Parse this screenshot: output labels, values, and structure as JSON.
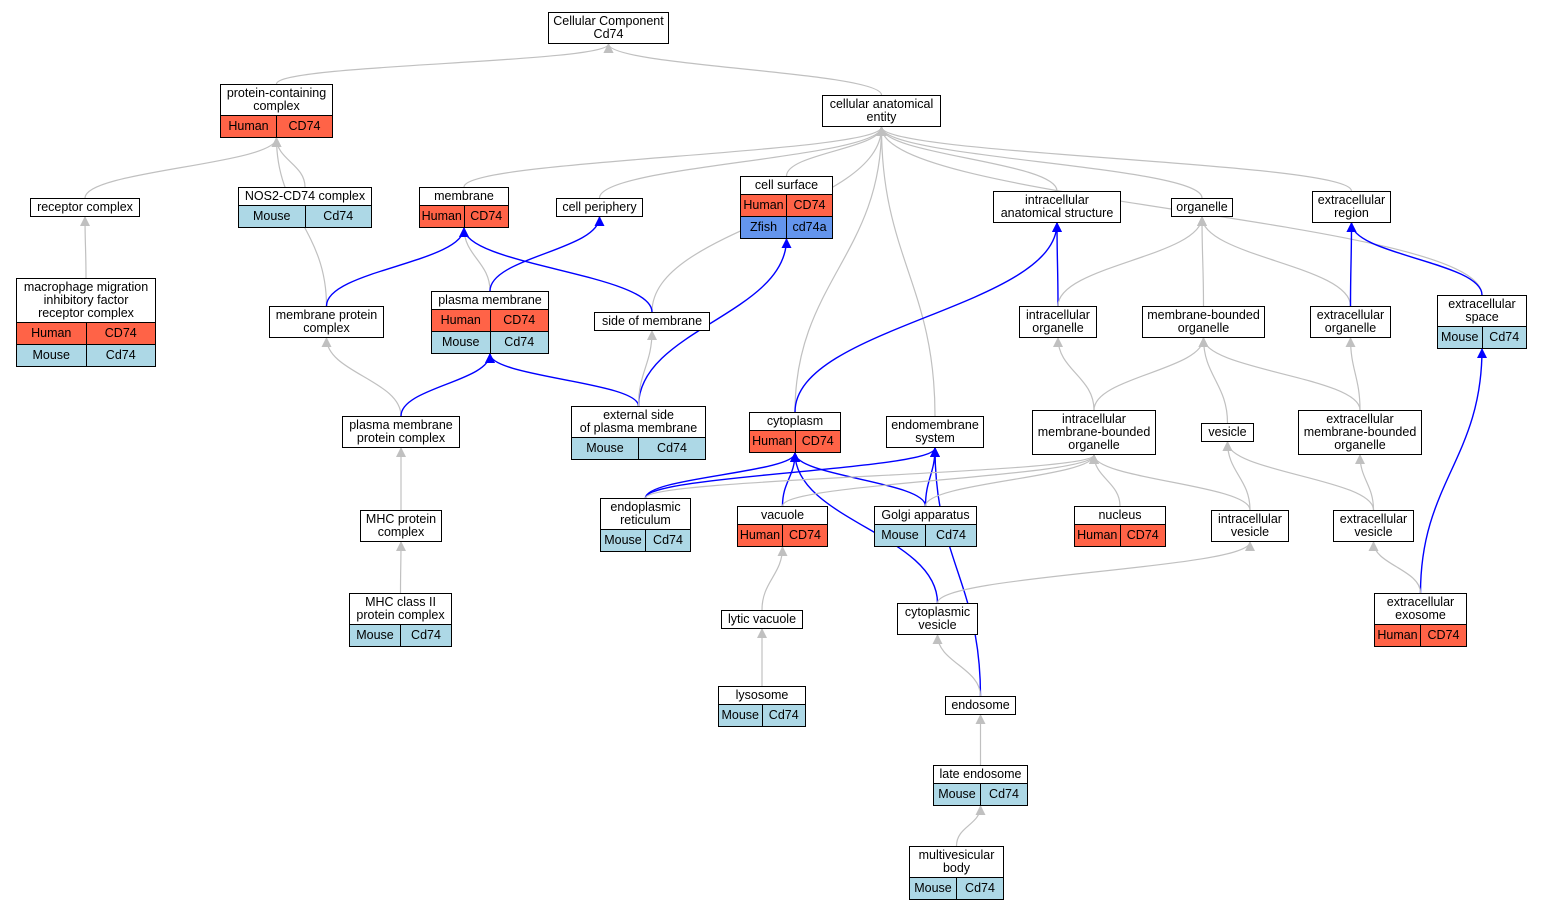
{
  "colors": {
    "human": "#ff6347",
    "mouse": "#add8e6",
    "zfish": "#6495ed",
    "edge_grey": "#c0c0c0",
    "edge_blue": "#0000ff"
  },
  "nodes": [
    {
      "id": "root",
      "label": "Cellular Component\nCd74",
      "rows": []
    },
    {
      "id": "protein_complex",
      "label": "protein-containing\ncomplex",
      "rows": [
        {
          "species": "Human",
          "gene": "CD74"
        }
      ]
    },
    {
      "id": "cae",
      "label": "cellular anatomical\nentity",
      "rows": []
    },
    {
      "id": "receptor_complex",
      "label": "receptor complex",
      "rows": []
    },
    {
      "id": "nos2",
      "label": "NOS2-CD74 complex",
      "rows": [
        {
          "species": "Mouse",
          "gene": "Cd74"
        }
      ]
    },
    {
      "id": "membrane",
      "label": "membrane",
      "rows": [
        {
          "species": "Human",
          "gene": "CD74"
        }
      ]
    },
    {
      "id": "cell_periphery",
      "label": "cell periphery",
      "rows": []
    },
    {
      "id": "cell_surface",
      "label": "cell surface",
      "rows": [
        {
          "species": "Human",
          "gene": "CD74"
        },
        {
          "species": "Zfish",
          "gene": "cd74a"
        }
      ]
    },
    {
      "id": "ias",
      "label": "intracellular\nanatomical structure",
      "rows": []
    },
    {
      "id": "organelle",
      "label": "organelle",
      "rows": []
    },
    {
      "id": "ec_region",
      "label": "extracellular\nregion",
      "rows": []
    },
    {
      "id": "mif",
      "label": "macrophage migration\ninhibitory factor\nreceptor complex",
      "rows": [
        {
          "species": "Human",
          "gene": "CD74"
        },
        {
          "species": "Mouse",
          "gene": "Cd74"
        }
      ]
    },
    {
      "id": "mpc",
      "label": "membrane protein\ncomplex",
      "rows": []
    },
    {
      "id": "plasma_membrane",
      "label": "plasma membrane",
      "rows": [
        {
          "species": "Human",
          "gene": "CD74"
        },
        {
          "species": "Mouse",
          "gene": "Cd74"
        }
      ]
    },
    {
      "id": "side_membrane",
      "label": "side of membrane",
      "rows": []
    },
    {
      "id": "ic_organelle",
      "label": "intracellular\norganelle",
      "rows": []
    },
    {
      "id": "mb_organelle",
      "label": "membrane-bounded\norganelle",
      "rows": []
    },
    {
      "id": "ec_organelle",
      "label": "extracellular\norganelle",
      "rows": []
    },
    {
      "id": "ec_space",
      "label": "extracellular\nspace",
      "rows": [
        {
          "species": "Mouse",
          "gene": "Cd74"
        }
      ]
    },
    {
      "id": "pmpc",
      "label": "plasma membrane\nprotein complex",
      "rows": []
    },
    {
      "id": "ext_side",
      "label": "external side\nof plasma membrane",
      "rows": [
        {
          "species": "Mouse",
          "gene": "Cd74"
        }
      ]
    },
    {
      "id": "cytoplasm",
      "label": "cytoplasm",
      "rows": [
        {
          "species": "Human",
          "gene": "CD74"
        }
      ]
    },
    {
      "id": "endomembrane",
      "label": "endomembrane\nsystem",
      "rows": []
    },
    {
      "id": "imbo",
      "label": "intracellular\nmembrane-bounded\norganelle",
      "rows": []
    },
    {
      "id": "vesicle",
      "label": "vesicle",
      "rows": []
    },
    {
      "id": "embo",
      "label": "extracellular\nmembrane-bounded\norganelle",
      "rows": []
    },
    {
      "id": "er",
      "label": "endoplasmic\nreticulum",
      "rows": [
        {
          "species": "Mouse",
          "gene": "Cd74"
        }
      ]
    },
    {
      "id": "vacuole",
      "label": "vacuole",
      "rows": [
        {
          "species": "Human",
          "gene": "CD74"
        }
      ]
    },
    {
      "id": "golgi",
      "label": "Golgi apparatus",
      "rows": [
        {
          "species": "Mouse",
          "gene": "Cd74"
        }
      ]
    },
    {
      "id": "nucleus",
      "label": "nucleus",
      "rows": [
        {
          "species": "Human",
          "gene": "CD74"
        }
      ]
    },
    {
      "id": "ic_vesicle",
      "label": "intracellular\nvesicle",
      "rows": []
    },
    {
      "id": "ec_vesicle",
      "label": "extracellular\nvesicle",
      "rows": []
    },
    {
      "id": "mhc_pc",
      "label": "MHC protein\ncomplex",
      "rows": []
    },
    {
      "id": "mhc2",
      "label": "MHC class II\nprotein complex",
      "rows": [
        {
          "species": "Mouse",
          "gene": "Cd74"
        }
      ]
    },
    {
      "id": "cyto_vesicle",
      "label": "cytoplasmic\nvesicle",
      "rows": []
    },
    {
      "id": "ec_exosome",
      "label": "extracellular\nexosome",
      "rows": [
        {
          "species": "Human",
          "gene": "CD74"
        }
      ]
    },
    {
      "id": "lytic_vacuole",
      "label": "lytic vacuole",
      "rows": []
    },
    {
      "id": "lysosome",
      "label": "lysosome",
      "rows": [
        {
          "species": "Mouse",
          "gene": "Cd74"
        }
      ]
    },
    {
      "id": "endosome",
      "label": "endosome",
      "rows": []
    },
    {
      "id": "late_endosome",
      "label": "late endosome",
      "rows": [
        {
          "species": "Mouse",
          "gene": "Cd74"
        }
      ]
    },
    {
      "id": "mvb",
      "label": "multivesicular\nbody",
      "rows": [
        {
          "species": "Mouse",
          "gene": "Cd74"
        }
      ]
    }
  ],
  "edges": [
    {
      "from": "protein_complex",
      "to": "root",
      "kind": "is_a"
    },
    {
      "from": "cae",
      "to": "root",
      "kind": "is_a"
    },
    {
      "from": "receptor_complex",
      "to": "protein_complex",
      "kind": "is_a"
    },
    {
      "from": "mpc",
      "to": "protein_complex",
      "kind": "is_a"
    },
    {
      "from": "nos2",
      "to": "protein_complex",
      "kind": "is_a"
    },
    {
      "from": "membrane",
      "to": "cae",
      "kind": "is_a"
    },
    {
      "from": "cell_periphery",
      "to": "cae",
      "kind": "is_a"
    },
    {
      "from": "cell_surface",
      "to": "cae",
      "kind": "is_a"
    },
    {
      "from": "side_membrane",
      "to": "cae",
      "kind": "is_a"
    },
    {
      "from": "cytoplasm",
      "to": "cae",
      "kind": "is_a"
    },
    {
      "from": "endomembrane",
      "to": "cae",
      "kind": "is_a"
    },
    {
      "from": "ias",
      "to": "cae",
      "kind": "is_a"
    },
    {
      "from": "organelle",
      "to": "cae",
      "kind": "is_a"
    },
    {
      "from": "ec_region",
      "to": "cae",
      "kind": "is_a"
    },
    {
      "from": "ec_space",
      "to": "cae",
      "kind": "is_a"
    },
    {
      "from": "mif",
      "to": "receptor_complex",
      "kind": "is_a"
    },
    {
      "from": "mpc",
      "to": "membrane",
      "kind": "part_of"
    },
    {
      "from": "plasma_membrane",
      "to": "membrane",
      "kind": "is_a"
    },
    {
      "from": "side_membrane",
      "to": "membrane",
      "kind": "part_of"
    },
    {
      "from": "plasma_membrane",
      "to": "cell_periphery",
      "kind": "part_of"
    },
    {
      "from": "ext_side",
      "to": "cell_surface",
      "kind": "part_of"
    },
    {
      "from": "cytoplasm",
      "to": "ias",
      "kind": "part_of"
    },
    {
      "from": "ic_organelle",
      "to": "ias",
      "kind": "part_of"
    },
    {
      "from": "ic_organelle",
      "to": "organelle",
      "kind": "is_a"
    },
    {
      "from": "mb_organelle",
      "to": "organelle",
      "kind": "is_a"
    },
    {
      "from": "ec_organelle",
      "to": "organelle",
      "kind": "is_a"
    },
    {
      "from": "ec_organelle",
      "to": "ec_region",
      "kind": "part_of"
    },
    {
      "from": "ec_space",
      "to": "ec_region",
      "kind": "part_of"
    },
    {
      "from": "pmpc",
      "to": "mpc",
      "kind": "is_a"
    },
    {
      "from": "pmpc",
      "to": "plasma_membrane",
      "kind": "part_of"
    },
    {
      "from": "ext_side",
      "to": "plasma_membrane",
      "kind": "part_of"
    },
    {
      "from": "ext_side",
      "to": "side_membrane",
      "kind": "is_a"
    },
    {
      "from": "imbo",
      "to": "ic_organelle",
      "kind": "is_a"
    },
    {
      "from": "imbo",
      "to": "mb_organelle",
      "kind": "is_a"
    },
    {
      "from": "vesicle",
      "to": "mb_organelle",
      "kind": "is_a"
    },
    {
      "from": "embo",
      "to": "mb_organelle",
      "kind": "is_a"
    },
    {
      "from": "embo",
      "to": "ec_organelle",
      "kind": "is_a"
    },
    {
      "from": "ec_exosome",
      "to": "ec_space",
      "kind": "part_of"
    },
    {
      "from": "mhc_pc",
      "to": "pmpc",
      "kind": "is_a"
    },
    {
      "from": "mhc2",
      "to": "mhc_pc",
      "kind": "is_a"
    },
    {
      "from": "er",
      "to": "cytoplasm",
      "kind": "part_of"
    },
    {
      "from": "vacuole",
      "to": "cytoplasm",
      "kind": "part_of"
    },
    {
      "from": "golgi",
      "to": "cytoplasm",
      "kind": "part_of"
    },
    {
      "from": "cyto_vesicle",
      "to": "cytoplasm",
      "kind": "part_of"
    },
    {
      "from": "er",
      "to": "endomembrane",
      "kind": "part_of"
    },
    {
      "from": "golgi",
      "to": "endomembrane",
      "kind": "part_of"
    },
    {
      "from": "endosome",
      "to": "endomembrane",
      "kind": "part_of"
    },
    {
      "from": "er",
      "to": "imbo",
      "kind": "is_a"
    },
    {
      "from": "vacuole",
      "to": "imbo",
      "kind": "is_a"
    },
    {
      "from": "golgi",
      "to": "imbo",
      "kind": "is_a"
    },
    {
      "from": "nucleus",
      "to": "imbo",
      "kind": "is_a"
    },
    {
      "from": "ic_vesicle",
      "to": "imbo",
      "kind": "is_a"
    },
    {
      "from": "ic_vesicle",
      "to": "vesicle",
      "kind": "is_a"
    },
    {
      "from": "ec_vesicle",
      "to": "vesicle",
      "kind": "is_a"
    },
    {
      "from": "ec_vesicle",
      "to": "embo",
      "kind": "is_a"
    },
    {
      "from": "cyto_vesicle",
      "to": "ic_vesicle",
      "kind": "is_a"
    },
    {
      "from": "ec_exosome",
      "to": "ec_vesicle",
      "kind": "is_a"
    },
    {
      "from": "lytic_vacuole",
      "to": "vacuole",
      "kind": "is_a"
    },
    {
      "from": "lysosome",
      "to": "lytic_vacuole",
      "kind": "is_a"
    },
    {
      "from": "endosome",
      "to": "cyto_vesicle",
      "kind": "is_a"
    },
    {
      "from": "late_endosome",
      "to": "endosome",
      "kind": "is_a"
    },
    {
      "from": "mvb",
      "to": "late_endosome",
      "kind": "is_a"
    }
  ]
}
